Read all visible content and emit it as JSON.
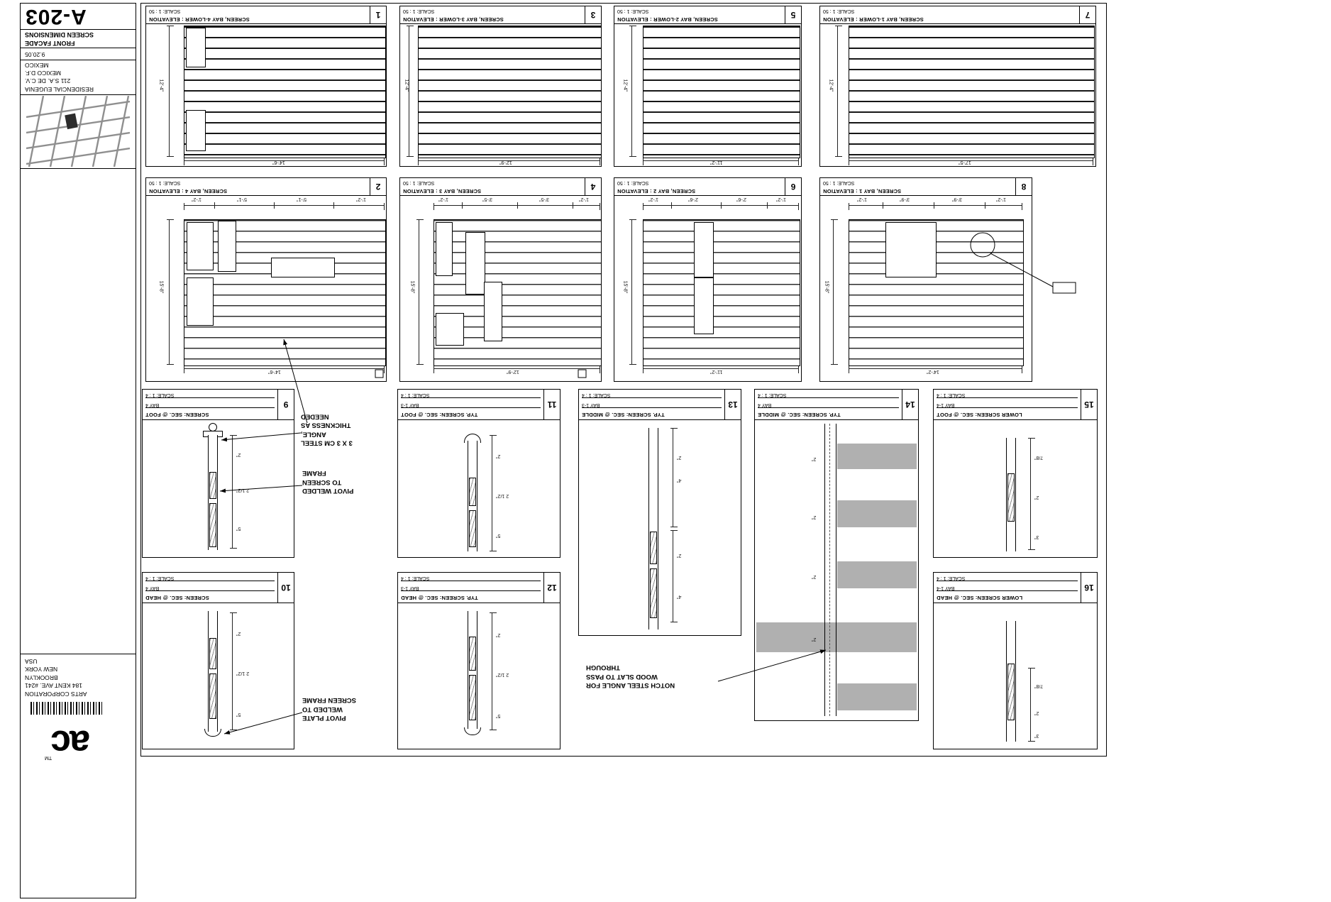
{
  "sheet": {
    "number": "A-203",
    "sheet_name": "SCREEN DIMENSIONS",
    "facade_label": "FRONT FACADE",
    "date": "9.20.05",
    "project_name": "RESIDENCIAL EUGENIA",
    "client": "211 S.A. DE C.V.",
    "city": "MEXICO D.F.",
    "country": "MEXICO",
    "firm_name": "ARTS CORPORATION",
    "firm_address": "184 KENT AVE. #241",
    "firm_city": "BROOKLYN",
    "firm_state": "NEW YORK",
    "firm_country": "USA",
    "logo": "ac",
    "logo_tm": "TM"
  },
  "p1": {
    "num": "1",
    "title": "SCREEN, BAY 4-LOWER : ELEVATION",
    "scale": "SCALE: 1 : 50",
    "vdim": "12'-4\"",
    "hdim": "14'-6\""
  },
  "p2": {
    "num": "2",
    "title": "SCREEN, BAY 4 : ELEVATION",
    "scale": "SCALE: 1 : 50",
    "vdim": "15'-8\"",
    "hdim": "14'-6\"",
    "top": [
      "1'-2\"",
      "5'-1\"",
      "5'-1\"",
      "1'-2\""
    ]
  },
  "p3": {
    "num": "3",
    "title": "SCREEN, BAY 3-LOWER : ELEVATION",
    "scale": "SCALE: 1 : 50",
    "vdim": "12'-4\"",
    "hdim": "12'-9\""
  },
  "p4": {
    "num": "4",
    "title": "SCREEN, BAY 3 : ELEVATION",
    "scale": "SCALE: 1 : 50",
    "vdim": "15'-8\"",
    "hdim": "12'-9\"",
    "top": [
      "1'-2\"",
      "3'-5\"",
      "3'-5\"",
      "1'-2\""
    ]
  },
  "p5": {
    "num": "5",
    "title": "SCREEN, BAY 2-LOWER : ELEVATION",
    "scale": "SCALE: 1 : 50",
    "vdim": "12'-4\"",
    "hdim": "11'-2\""
  },
  "p6": {
    "num": "6",
    "title": "SCREEN, BAY 2 : ELEVATION",
    "scale": "SCALE: 1 : 50",
    "vdim": "15'-8\"",
    "hdim": "11'-2\"",
    "top": [
      "1'-2\"",
      "2'-6\"",
      "2'-6\"",
      "1'-2\""
    ]
  },
  "p7": {
    "num": "7",
    "title": "SCREEN, BAY 1-LOWER : ELEVATION",
    "scale": "SCALE: 1 : 50",
    "vdim": "12'-4\"",
    "hdim": "17'-5\""
  },
  "p8": {
    "num": "8",
    "title": "SCREEN, BAY 1 : ELEVATION",
    "scale": "SCALE: 1 : 50",
    "vdim": "15'-8\"",
    "hdim": "14'-2\"",
    "top": [
      "1'-2\"",
      "3'-9\"",
      "3'-9\"",
      "1'-2\""
    ]
  },
  "p9": {
    "num": "9",
    "title": "SCREEN: SEC. @ FOOT",
    "bay": "BAY 4",
    "scale": "SCALE: 1 : 4",
    "dims": [
      "2\"",
      "2 1/2\"",
      "5\""
    ]
  },
  "p10": {
    "num": "10",
    "title": "SCREEN: SEC. @ HEAD",
    "bay": "BAY 4",
    "scale": "SCALE: 1 : 4",
    "dims": [
      "2\"",
      "2 1/2\"",
      "5\""
    ]
  },
  "p11": {
    "num": "11",
    "title": "TYP. SCREEN: SEC. @ FOOT",
    "bay": "BAY 1-3",
    "scale": "SCALE: 1 : 4",
    "dims": [
      "2\"",
      "2 1/2\"",
      "5\""
    ]
  },
  "p12": {
    "num": "12",
    "title": "TYP. SCREEN: SEC. @ HEAD",
    "bay": "BAY 1-3",
    "scale": "SCALE: 1 : 4",
    "dims": [
      "2\"",
      "2 1/2\"",
      "5\""
    ]
  },
  "p13": {
    "num": "13",
    "title": "TYP. SCREEN: SEC. @ MIDDLE",
    "bay": "BAY 1-3",
    "scale": "SCALE: 1 : 4",
    "dims": [
      "2\"",
      "4\"",
      "2\"",
      "4\""
    ]
  },
  "p14": {
    "num": "14",
    "title": "TYP. SCREEN: SEC. @ MIDDLE",
    "bay": "BAY 4",
    "scale": "SCALE: 1 : 4",
    "dims": [
      "2\"",
      "2\"",
      "2\"",
      "2\""
    ]
  },
  "p15": {
    "num": "15",
    "title": "LOWER SCREEN: SEC. @ FOOT",
    "bay": "BAY 1-4",
    "scale": "SCALE: 1 : 4",
    "dims": [
      "7/8\"",
      "2\"",
      "3\""
    ]
  },
  "p16": {
    "num": "16",
    "title": "LOWER SCREEN: SEC. @ HEAD",
    "bay": "BAY 1-4",
    "scale": "SCALE: 1 : 4",
    "dims": [
      "7/8\"",
      "2\"",
      "3\""
    ]
  },
  "ann": {
    "steel_angle": [
      "3 X 3 CM STEEL",
      "ANGLE,",
      "THICKNESS AS",
      "NEEDED"
    ],
    "pivot_welded": [
      "PIVOT WELDED",
      "TO SCREEN",
      "FRAME"
    ],
    "pivot_plate": [
      "PIVOT PLATE",
      "WELDED TO",
      "SCREEN FRAME"
    ],
    "notch": [
      "NOTCH STEEL ANGLE FOR",
      "WOOD SLAT TO PASS",
      "THROUGH"
    ]
  }
}
